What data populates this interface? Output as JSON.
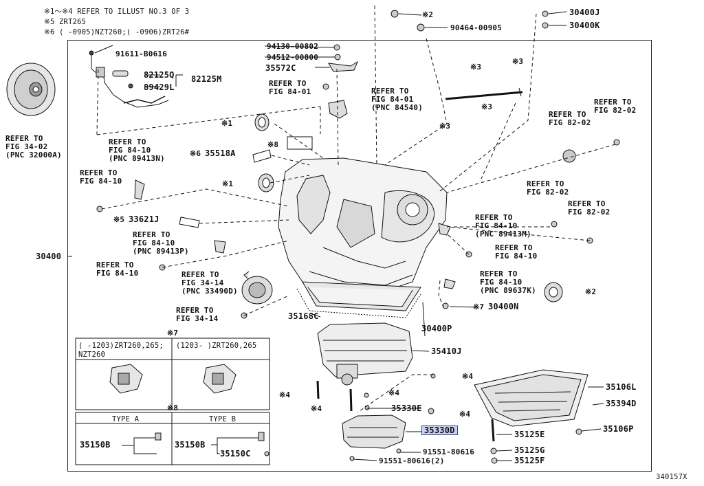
{
  "header": {
    "line1": "※1～※4 REFER TO ILLUST NO.3 OF 3",
    "line2": "※5 ZRT265",
    "line3": "※6 (      -0905)NZT260;(      -0906)ZRT26#"
  },
  "diagram_id": "340157X",
  "highlighted_part": "35330D",
  "parts": {
    "p91611": "91611-B0616",
    "p82125Q": "82125Q",
    "p82125M": "82125M",
    "p89429L": "89429L",
    "p94130": "94130-00802",
    "p94512": "94512-00800",
    "p35572C": "35572C",
    "p90464": "90464-00905",
    "p30400J": "30400J",
    "p30400K": "30400K",
    "p35518A": "35518A",
    "p33621J": "33621J",
    "p30400": "30400",
    "p35168C": "35168C",
    "p30400P": "30400P",
    "p30400N": "30400N",
    "p35410J": "35410J",
    "p35106L": "35106L",
    "p35394D": "35394D",
    "p35106P": "35106P",
    "p35330E": "35330E",
    "p35330D": "35330D",
    "p35125E": "35125E",
    "p35125G": "35125G",
    "p35125F": "35125F",
    "p91551a": "91551-80616",
    "p91551b": "91551-80616(2)",
    "p35150B_a": "35150B",
    "p35150B_b": "35150B",
    "p35150C": "35150C"
  },
  "marks": {
    "m1": "※1",
    "m1b": "※1",
    "m2": "※2",
    "m2b": "※2",
    "m3a": "※3",
    "m3b": "※3",
    "m3c": "※3",
    "m3d": "※3",
    "m4a": "※4",
    "m4b": "※4",
    "m4c": "※4",
    "m4d": "※4",
    "m4e": "※4",
    "m5": "※5",
    "m6": "※6",
    "m7": "※7",
    "m7b": "※7",
    "m8": "※8",
    "m8b": "※8"
  },
  "refs": {
    "r1": [
      "REFER TO",
      "FIG 34-02",
      "(PNC 32000A)"
    ],
    "r2": [
      "REFER TO",
      "FIG 84-01"
    ],
    "r3": [
      "REFER TO",
      "FIG 84-01",
      "(PNC 84540)"
    ],
    "r4": [
      "REFER TO",
      "FIG 84-10",
      "(PNC 89413N)"
    ],
    "r5": [
      "REFER TO",
      "FIG 84-10"
    ],
    "r6": [
      "REFER TO",
      "FIG 84-10",
      "(PNC 89413P)"
    ],
    "r7": [
      "REFER TO",
      "FIG 84-10"
    ],
    "r8": [
      "REFER TO",
      "FIG 34-14",
      "(PNC 33490D)"
    ],
    "r9": [
      "REFER TO",
      "FIG 34-14"
    ],
    "r10": [
      "REFER TO",
      "FIG 82-02"
    ],
    "r11": [
      "REFER TO",
      "FIG 82-02"
    ],
    "r12": [
      "REFER TO",
      "FIG 82-02"
    ],
    "r13": [
      "REFER TO",
      "FIG 82-02"
    ],
    "r14": [
      "REFER TO",
      "FIG 84-10",
      "(PNC 89413M)"
    ],
    "r15": [
      "REFER TO",
      "FIG 84-10"
    ],
    "r16": [
      "REFER TO",
      "FIG 84-10",
      "(PNC 89637K)"
    ]
  },
  "inset7": {
    "left_label": "(      -1203)ZRT260,265;",
    "left_label2": "NZT260",
    "right_label": "(1203-      )ZRT260,265"
  },
  "inset8": {
    "type_a": "TYPE A",
    "type_b": "TYPE B"
  }
}
